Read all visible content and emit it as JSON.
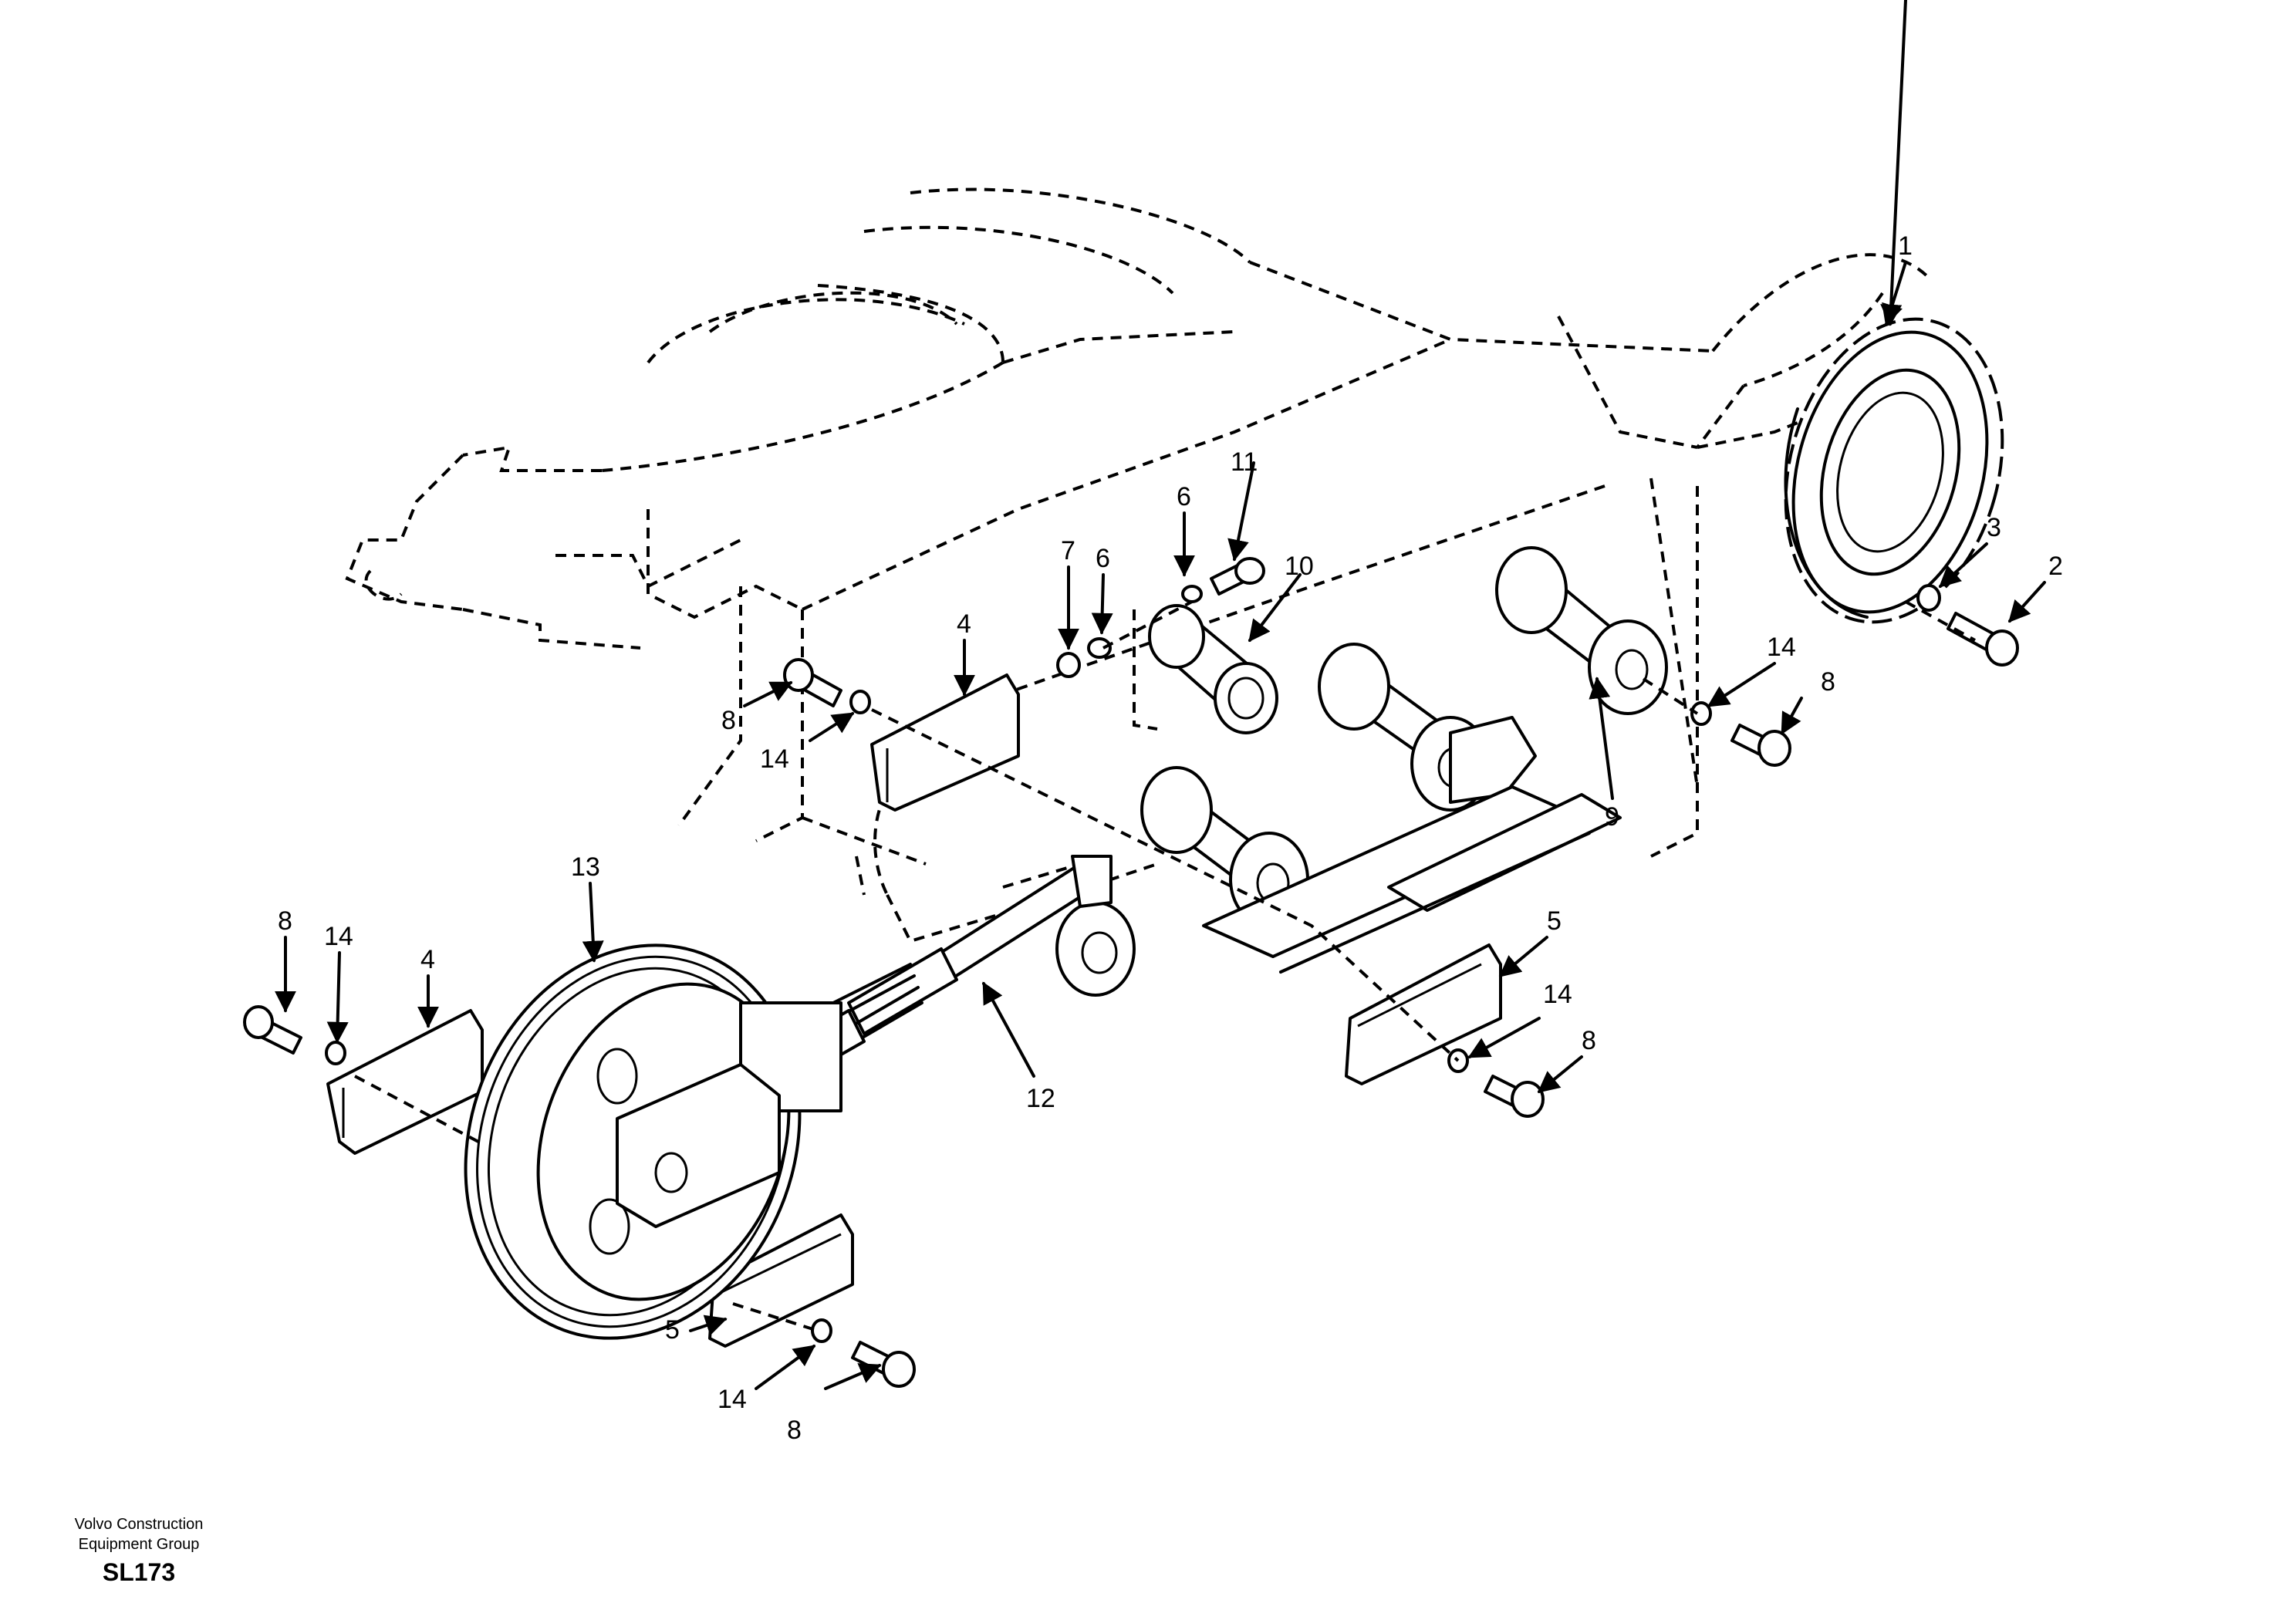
{
  "footer": {
    "company_line1": "Volvo Construction",
    "company_line2": "Equipment Group",
    "sheet_code": "SL173"
  },
  "callouts": {
    "c1": "1",
    "c2": "2",
    "c3": "3",
    "c4a": "4",
    "c4b": "4",
    "c5a": "5",
    "c5b": "5",
    "c6a": "6",
    "c6b": "6",
    "c7": "7",
    "c8a": "8",
    "c8b": "8",
    "c8c": "8",
    "c8d": "8",
    "c9": "9",
    "c10": "10",
    "c11": "11",
    "c12": "12",
    "c13": "13",
    "c14a": "14",
    "c14b": "14",
    "c14c": "14",
    "c14d": "14"
  }
}
